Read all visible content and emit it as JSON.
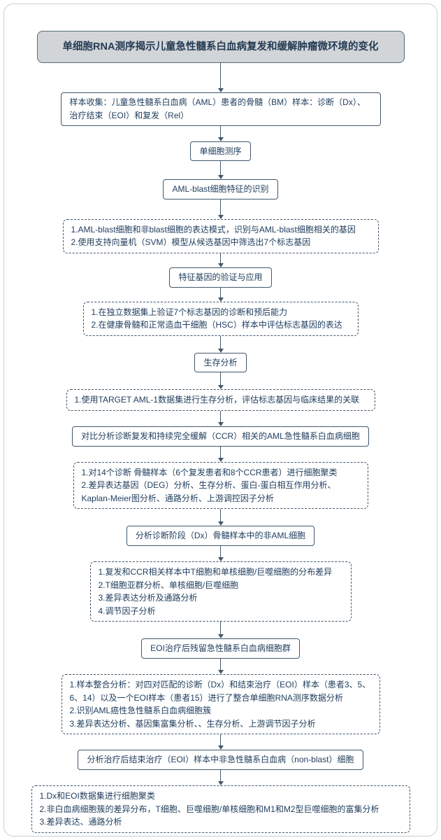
{
  "title": "单细胞RNA测序揭示儿童急性髓系白血病复发和缓解肿瘤微环境的变化",
  "colors": {
    "node_border": "#41586d",
    "text": "#1f3c5c",
    "title_background": "#d2d5d8",
    "arrow": "#44596b"
  },
  "nodes": [
    {
      "kind": "process",
      "text": "样本收集：儿童急性髓系白血病（AML）患者的骨髓（BM）样本：诊断（Dx）、治疗结束（EOI）和复发（Rel）"
    },
    {
      "kind": "step",
      "text": "单细胞测序"
    },
    {
      "kind": "step",
      "text": "AML-blast细胞特征的识别"
    },
    {
      "kind": "detail",
      "text": "1.AML-blast细胞和非blast细胞的表达模式，识别与AML-blast细胞相关的基因\n2.使用支持向量机（SVM）模型从候选基因中筛选出7个标志基因"
    },
    {
      "kind": "step",
      "text": "特征基因的验证与应用"
    },
    {
      "kind": "detail",
      "text": "1.在独立数据集上验证7个标志基因的诊断和预后能力\n2.在健康骨髓和正常造血干细胞（HSC）样本中评估标志基因的表达"
    },
    {
      "kind": "step",
      "text": "生存分析"
    },
    {
      "kind": "detail",
      "text": "1.使用TARGET AML-1数据集进行生存分析，评估标志基因与临床结果的关联"
    },
    {
      "kind": "step",
      "text": "对比分析诊断复发和持续完全缓解（CCR）相关的AML急性髓系白血病细胞"
    },
    {
      "kind": "detail",
      "text": "1.对14个诊断 骨髓样本（6个复发患者和8个CCR患者）进行细胞聚类\n2.差异表达基因（DEG）分析、生存分析、蛋白-蛋白相互作用分析、Kaplan-Meier图分析、通路分析、上游调控因子分析"
    },
    {
      "kind": "step",
      "text": "分析诊断阶段（Dx）骨髓样本中的非AML细胞"
    },
    {
      "kind": "detail",
      "text": "1.复发和CCR相关样本中T细胞和单核细胞/巨噬细胞的分布差异\n2.T细胞亚群分析、单核细胞/巨噬细胞\n3.差异表达分析及通路分析\n4.调节因子分析"
    },
    {
      "kind": "step",
      "text": "EOI治疗后残留急性髓系白血病细胞群"
    },
    {
      "kind": "detail",
      "text": "1.样本整合分析：对四对匹配的诊断（Dx）和结束治疗（EOI）样本（患者3、5、6、14）以及一个EOI样本（患者15）进行了整合单细胞RNA测序数据分析\n2.识别AML癌性急性髓系白血病细胞簇\n3.差异表达分析、基因集富集分析、、生存分析、上游调节因子分析"
    },
    {
      "kind": "step",
      "text": "分析治疗后结束治疗（EOI）样本中非急性髓系白血病（non-blast）细胞"
    },
    {
      "kind": "detail",
      "text": "1.Dx和EOI数据集进行细胞聚类\n2.非白血病细胞簇的差异分布，T细胞、巨噬细胞/单核细胞和M1和M2型巨噬细胞的富集分析\n3.差异表达、通路分析"
    }
  ]
}
